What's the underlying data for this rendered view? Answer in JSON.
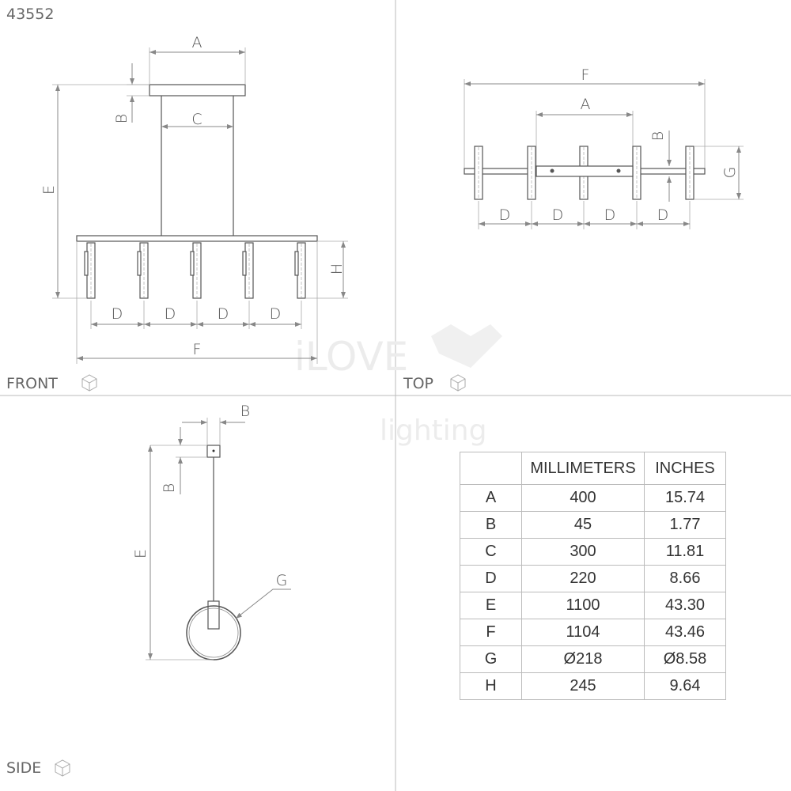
{
  "product_code": "43552",
  "watermark": {
    "line1": "iLOVE",
    "line2": "lighting"
  },
  "views": {
    "front": "FRONT",
    "top": "TOP",
    "side": "SIDE"
  },
  "labels": {
    "A": "A",
    "B": "B",
    "C": "C",
    "D": "D",
    "E": "E",
    "F": "F",
    "G": "G",
    "H": "H"
  },
  "table": {
    "headers": [
      "",
      "MILLIMETERS",
      "INCHES"
    ],
    "rows": [
      {
        "key": "A",
        "mm": "400",
        "in": "15.74"
      },
      {
        "key": "B",
        "mm": "45",
        "in": "1.77"
      },
      {
        "key": "C",
        "mm": "300",
        "in": "11.81"
      },
      {
        "key": "D",
        "mm": "220",
        "in": "8.66"
      },
      {
        "key": "E",
        "mm": "1100",
        "in": "43.30"
      },
      {
        "key": "F",
        "mm": "1104",
        "in": "43.46"
      },
      {
        "key": "G",
        "mm": "Ø218",
        "in": "Ø8.58"
      },
      {
        "key": "H",
        "mm": "245",
        "in": "9.64"
      }
    ]
  }
}
